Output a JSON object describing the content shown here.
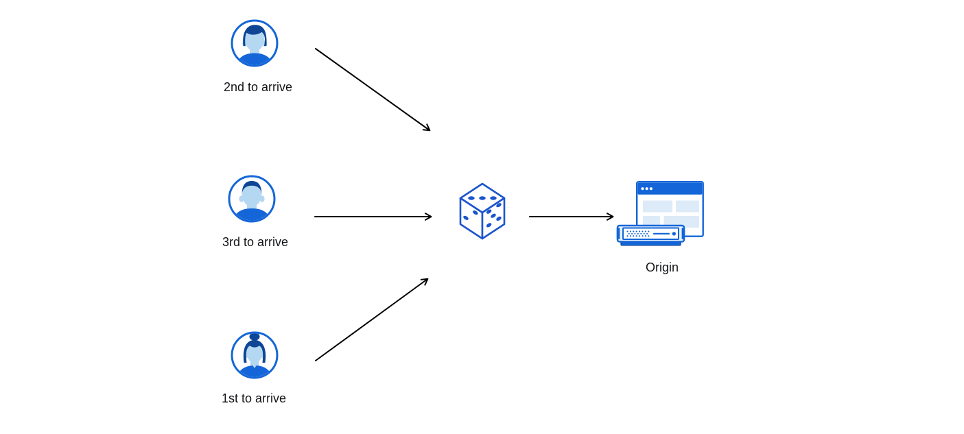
{
  "visitors": [
    {
      "label": "2nd to arrive",
      "avatar": "man-swept-hair"
    },
    {
      "label": "3rd to arrive",
      "avatar": "man-short-hair"
    },
    {
      "label": "1st to arrive",
      "avatar": "woman-hair-bun"
    }
  ],
  "randomizer": {
    "icon": "dice",
    "top_face_pips": 3,
    "left_face_pips": 2,
    "right_face_pips": 5
  },
  "origin": {
    "label": "Origin",
    "icon": "browser-window-with-server"
  },
  "arrows": [
    {
      "from": "visitor-2nd",
      "to": "dice"
    },
    {
      "from": "visitor-3rd",
      "to": "dice"
    },
    {
      "from": "visitor-1st",
      "to": "dice"
    },
    {
      "from": "dice",
      "to": "origin"
    }
  ],
  "colors": {
    "primary_blue": "#1466d8",
    "dice_blue": "#1b55cd",
    "dark_navy_hair": "#0e4595",
    "light_blue_skin": "#b4d8f2",
    "pale_blue_fill": "#ddeaf8",
    "server_case_fill": "#e9f2fc",
    "arrow_black": "#000000",
    "label_text": "#121417",
    "background": "#ffffff"
  }
}
